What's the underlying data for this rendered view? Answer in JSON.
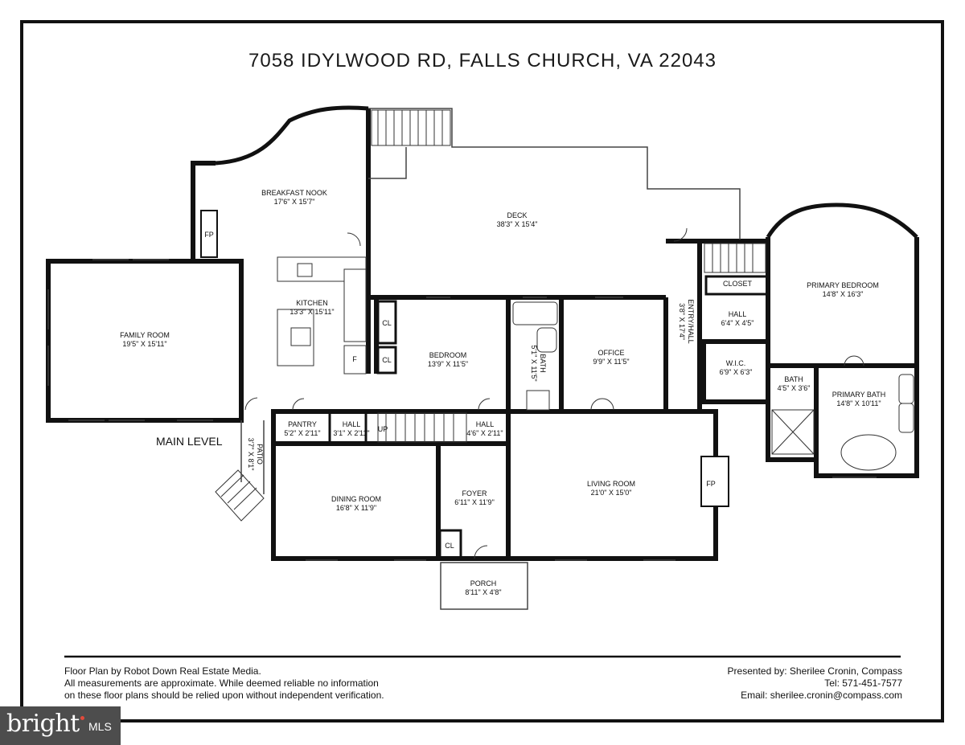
{
  "title": "7058 IDYLWOOD RD, FALLS CHURCH, VA 22043",
  "level_label": "MAIN LEVEL",
  "rooms": [
    {
      "id": "breakfast-nook",
      "name": "BREAKFAST NOOK",
      "dims": "17'6\" X 15'7\""
    },
    {
      "id": "deck",
      "name": "DECK",
      "dims": "38'3\" X 15'4\""
    },
    {
      "id": "kitchen",
      "name": "KITCHEN",
      "dims": "13'3\" X 15'11\""
    },
    {
      "id": "family-room",
      "name": "FAMILY ROOM",
      "dims": "19'5\" X 15'11\""
    },
    {
      "id": "bedroom",
      "name": "BEDROOM",
      "dims": "13'9\" X 11'5\""
    },
    {
      "id": "bath-1",
      "name": "BATH",
      "dims": "5'1\" X 11'5\""
    },
    {
      "id": "office",
      "name": "OFFICE",
      "dims": "9'9\" X 11'5\""
    },
    {
      "id": "entry-hall",
      "name": "ENTRY/HALL",
      "dims": "3'8\" X 17'4\""
    },
    {
      "id": "closet",
      "name": "CLOSET",
      "dims": ""
    },
    {
      "id": "hall-upper",
      "name": "HALL",
      "dims": "6'4\" X 4'5\""
    },
    {
      "id": "primary-bedroom",
      "name": "PRIMARY BEDROOM",
      "dims": "14'8\" X 16'3\""
    },
    {
      "id": "wic",
      "name": "W.I.C.",
      "dims": "6'9\" X 6'3\""
    },
    {
      "id": "bath-2",
      "name": "BATH",
      "dims": "4'5\" X 3'6\""
    },
    {
      "id": "primary-bath",
      "name": "PRIMARY BATH",
      "dims": "14'8\" X 10'11\""
    },
    {
      "id": "pantry",
      "name": "PANTRY",
      "dims": "5'2\" X 2'11\""
    },
    {
      "id": "hall-a",
      "name": "HALL",
      "dims": "3'1\" X 2'11\""
    },
    {
      "id": "hall-b",
      "name": "HALL",
      "dims": "4'6\" X 2'11\""
    },
    {
      "id": "patio",
      "name": "PATIO",
      "dims": "3'7\" X 8'1\""
    },
    {
      "id": "dining-room",
      "name": "DINING ROOM",
      "dims": "16'8\" X 11'9\""
    },
    {
      "id": "foyer",
      "name": "FOYER",
      "dims": "6'11\" X 11'9\""
    },
    {
      "id": "living-room",
      "name": "LIVING ROOM",
      "dims": "21'0\" X 15'0\""
    },
    {
      "id": "porch",
      "name": "PORCH",
      "dims": "8'11\" X 4'8\""
    }
  ],
  "fixture_labels": {
    "fireplace": "FP",
    "closet": "CL",
    "fridge": "F",
    "stairs_up": "UP"
  },
  "footer": {
    "left": [
      "Floor Plan by Robot Down Real Estate Media.",
      "All measurements are approximate. While deemed reliable no information",
      "on these floor plans should be relied upon without independent verification."
    ],
    "right": [
      "Presented by: Sherilee Cronin, Compass",
      "Tel: 571-451-7577",
      "Email: sherilee.cronin@compass.com"
    ]
  },
  "logo": {
    "word": "bright",
    "suffix": "MLS",
    "dot_color": "#e24a3b",
    "bg_color": "#4d4d4d"
  }
}
